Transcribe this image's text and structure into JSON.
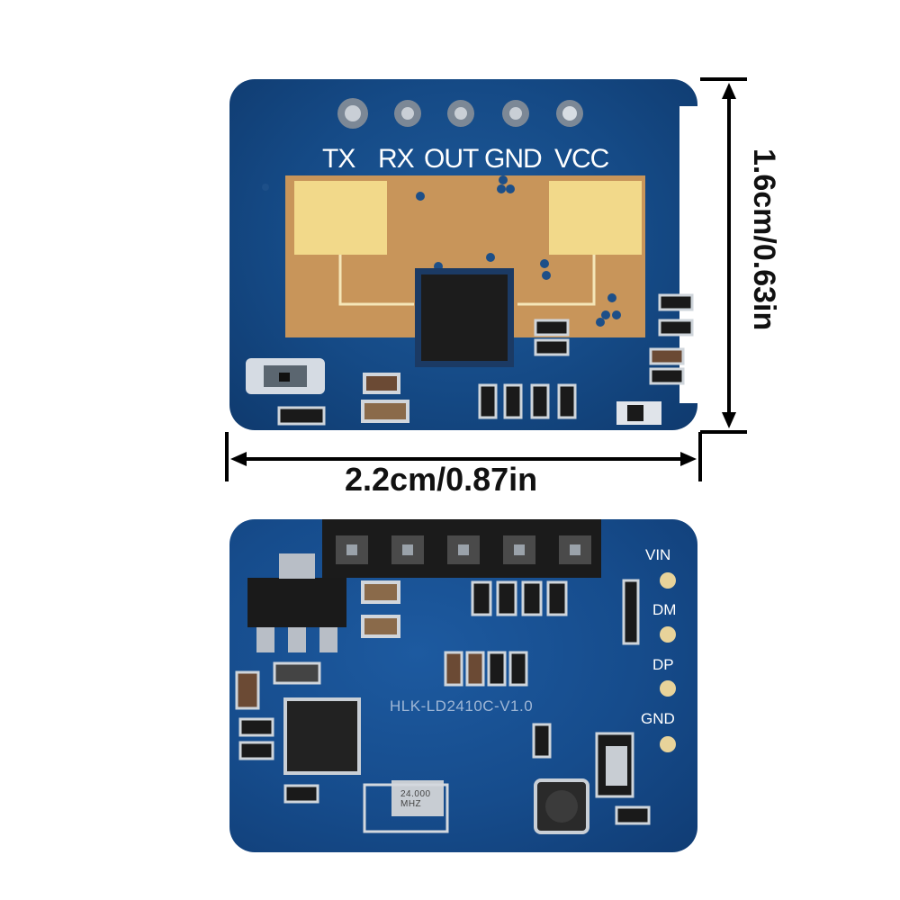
{
  "top_board": {
    "pin_labels": [
      "TX",
      "RX",
      "OUT",
      "GND",
      "VCC"
    ]
  },
  "bottom_board": {
    "side_labels": [
      "VIN",
      "DM",
      "DP",
      "GND"
    ],
    "silkscreen": "HLK-LD2410C-V1.0",
    "crystal_marking": "24.000 MHZ"
  },
  "dimensions": {
    "width_label": "2.2cm/0.87in",
    "height_label": "1.6cm/0.63in"
  },
  "colors": {
    "pcb_blue": "#154a86",
    "antenna_copper": "#c8955a",
    "gold_pad": "#f2d98a",
    "dimension_line": "#000000"
  }
}
